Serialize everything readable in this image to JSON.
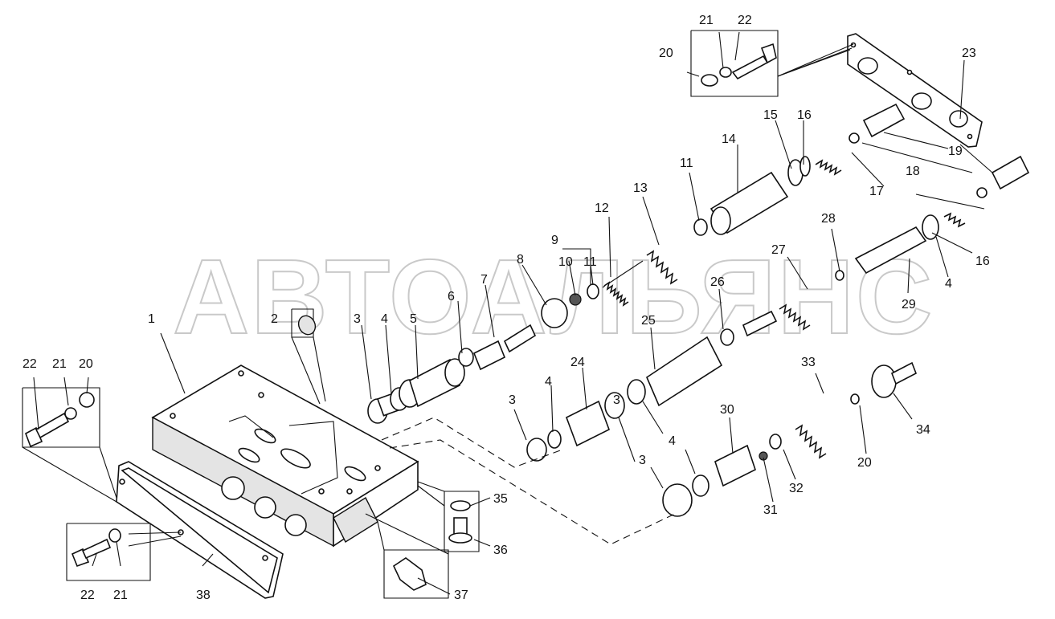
{
  "watermark": "АВТОАЛЬЯНС",
  "labels": [
    {
      "id": "l1",
      "text": "1"
    },
    {
      "id": "l2",
      "text": "2"
    },
    {
      "id": "l3a",
      "text": "3"
    },
    {
      "id": "l3b",
      "text": "3"
    },
    {
      "id": "l3c",
      "text": "3"
    },
    {
      "id": "l3d",
      "text": "3"
    },
    {
      "id": "l4a",
      "text": "4"
    },
    {
      "id": "l4b",
      "text": "4"
    },
    {
      "id": "l4c",
      "text": "4"
    },
    {
      "id": "l4d",
      "text": "4"
    },
    {
      "id": "l5",
      "text": "5"
    },
    {
      "id": "l6",
      "text": "6"
    },
    {
      "id": "l7",
      "text": "7"
    },
    {
      "id": "l8",
      "text": "8"
    },
    {
      "id": "l9",
      "text": "9"
    },
    {
      "id": "l10",
      "text": "10"
    },
    {
      "id": "l11a",
      "text": "11"
    },
    {
      "id": "l11b",
      "text": "11"
    },
    {
      "id": "l12",
      "text": "12"
    },
    {
      "id": "l13",
      "text": "13"
    },
    {
      "id": "l14",
      "text": "14"
    },
    {
      "id": "l15",
      "text": "15"
    },
    {
      "id": "l16a",
      "text": "16"
    },
    {
      "id": "l16b",
      "text": "16"
    },
    {
      "id": "l17",
      "text": "17"
    },
    {
      "id": "l18",
      "text": "18"
    },
    {
      "id": "l19",
      "text": "19"
    },
    {
      "id": "l20a",
      "text": "20"
    },
    {
      "id": "l20b",
      "text": "20"
    },
    {
      "id": "l20c",
      "text": "20"
    },
    {
      "id": "l21a",
      "text": "21"
    },
    {
      "id": "l21b",
      "text": "21"
    },
    {
      "id": "l21c",
      "text": "21"
    },
    {
      "id": "l22a",
      "text": "22"
    },
    {
      "id": "l22b",
      "text": "22"
    },
    {
      "id": "l22c",
      "text": "22"
    },
    {
      "id": "l23",
      "text": "23"
    },
    {
      "id": "l24",
      "text": "24"
    },
    {
      "id": "l25",
      "text": "25"
    },
    {
      "id": "l26",
      "text": "26"
    },
    {
      "id": "l27",
      "text": "27"
    },
    {
      "id": "l28",
      "text": "28"
    },
    {
      "id": "l29",
      "text": "29"
    },
    {
      "id": "l30",
      "text": "30"
    },
    {
      "id": "l31",
      "text": "31"
    },
    {
      "id": "l32",
      "text": "32"
    },
    {
      "id": "l33",
      "text": "33"
    },
    {
      "id": "l34",
      "text": "34"
    },
    {
      "id": "l35",
      "text": "35"
    },
    {
      "id": "l36",
      "text": "36"
    },
    {
      "id": "l37",
      "text": "37"
    },
    {
      "id": "l38",
      "text": "38"
    }
  ]
}
